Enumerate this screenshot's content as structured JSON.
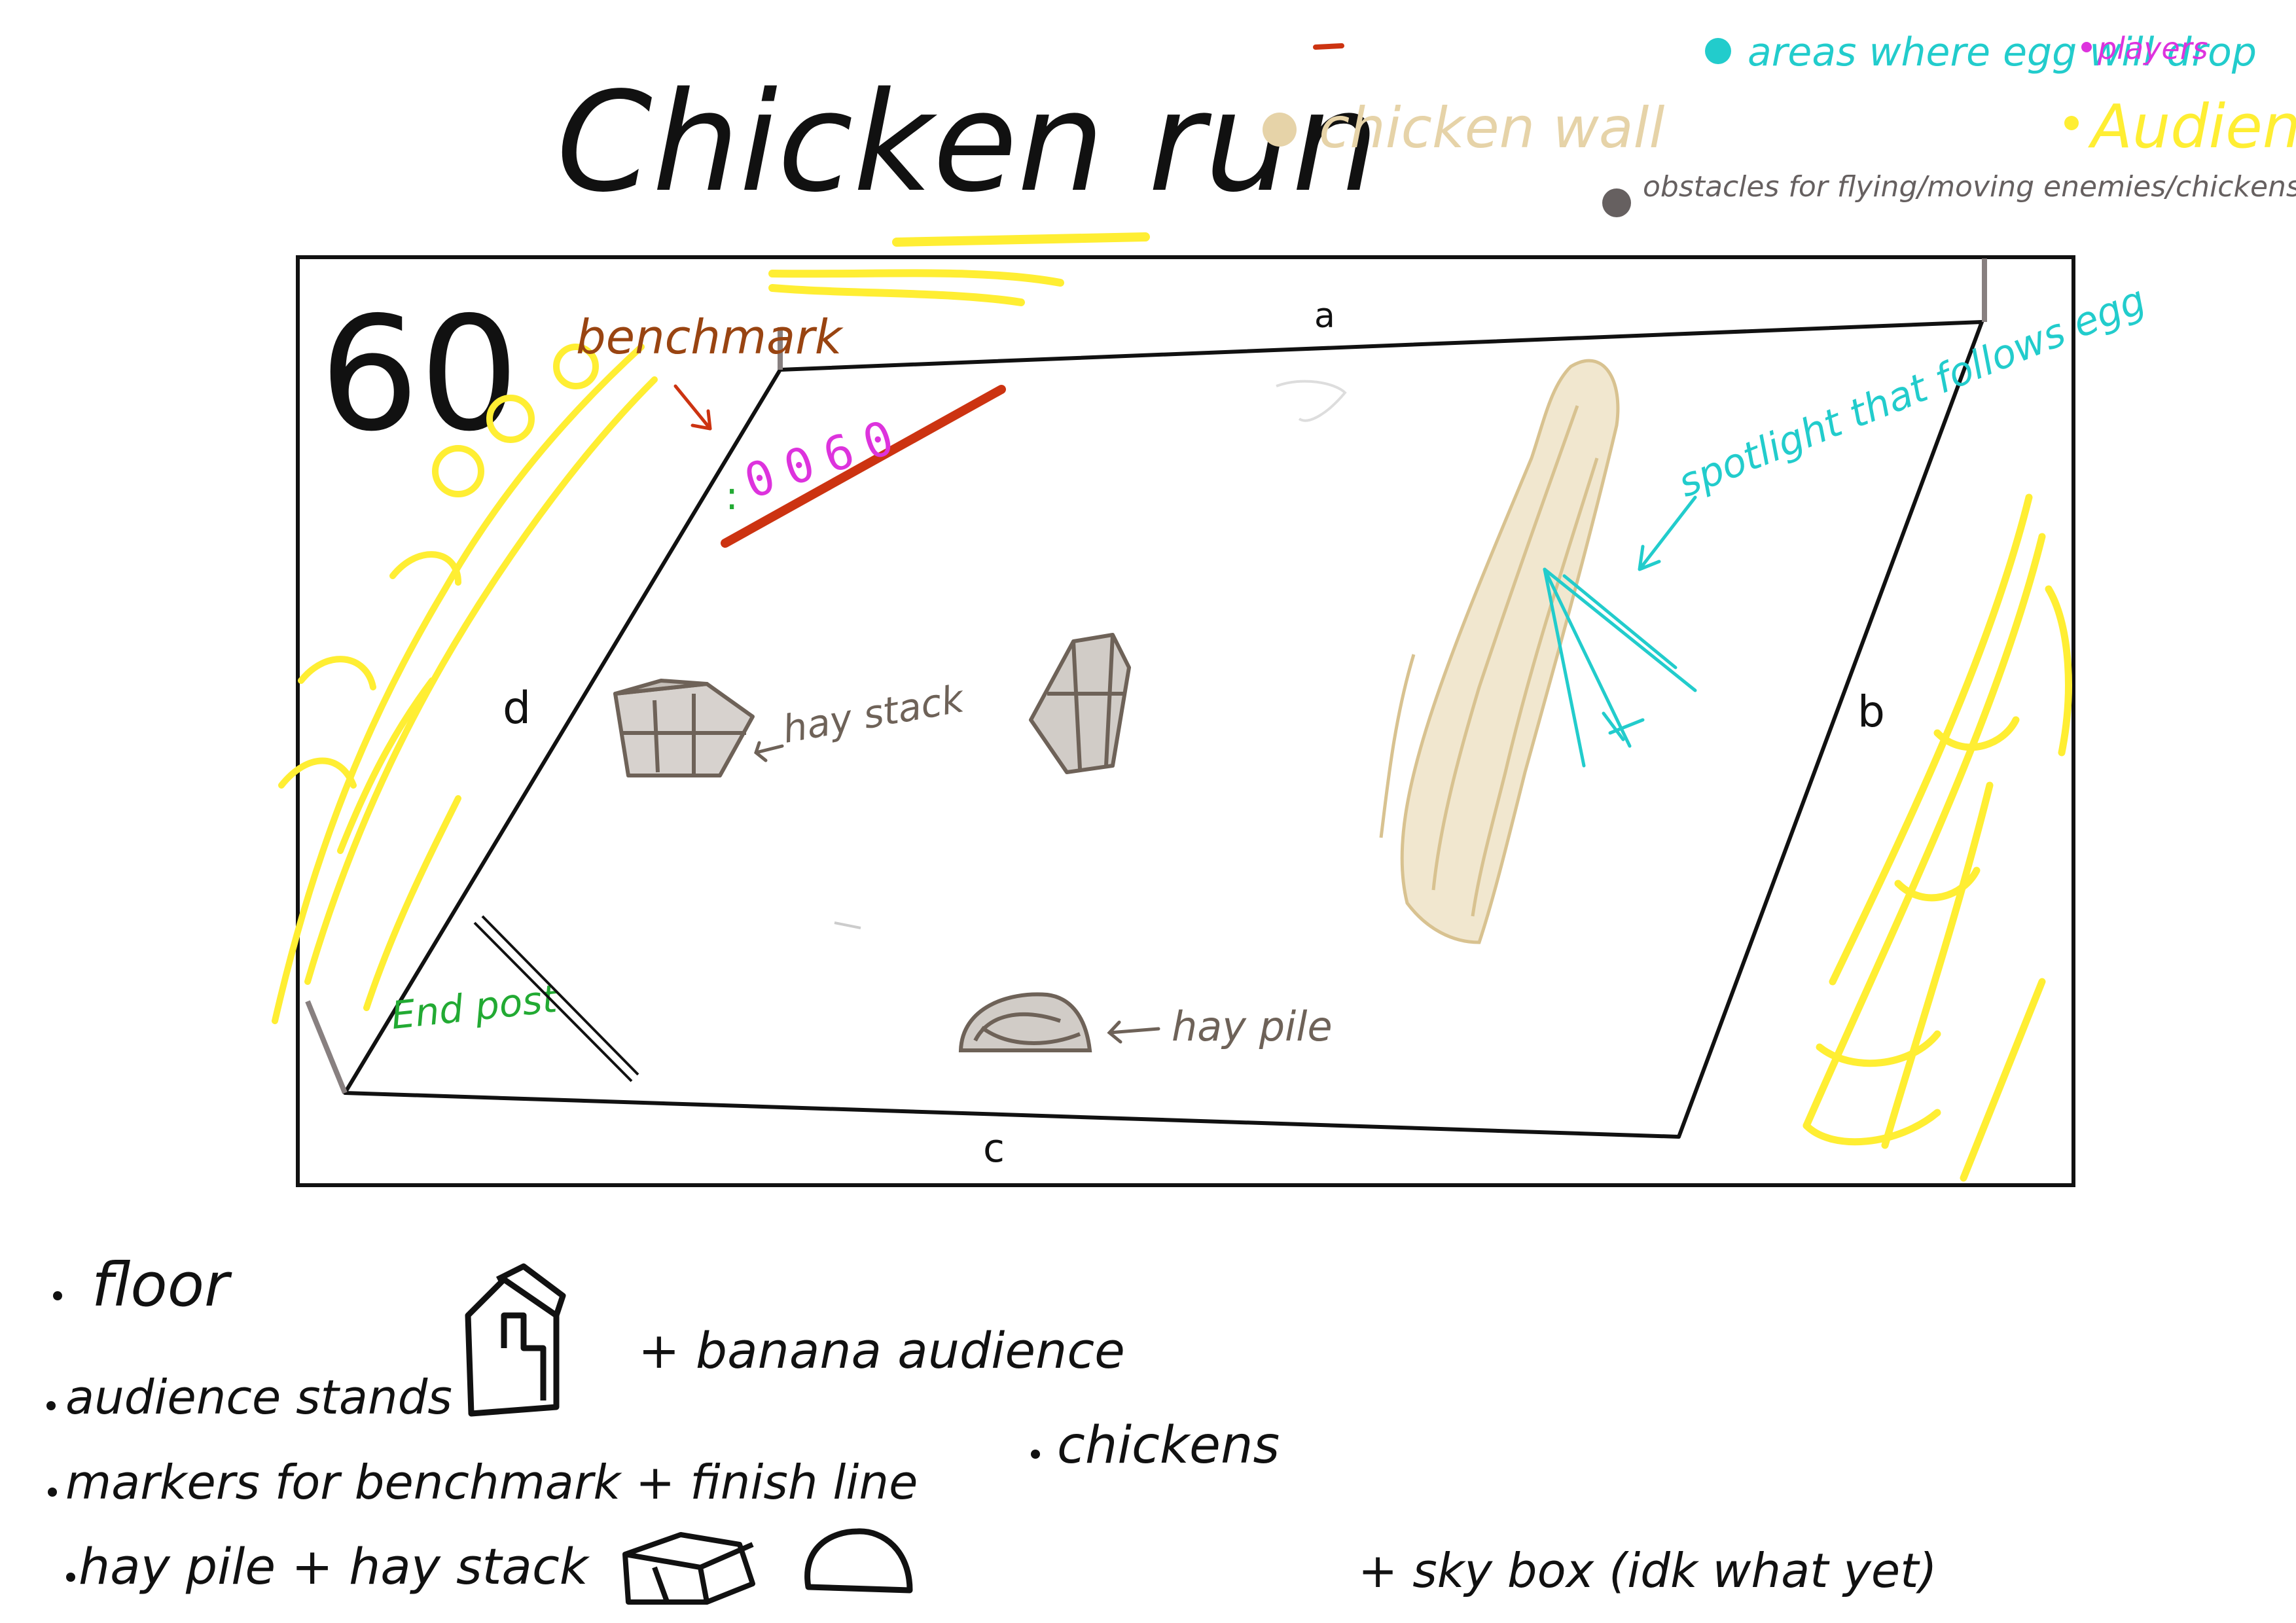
{
  "title": "Chicken run",
  "legend": {
    "chicken_wall": "chicken wall",
    "egg_drop_areas": "areas where egg will drop",
    "players": "players",
    "audience": "Audience",
    "obstacles": "obstacles for flying/moving enemies/chickens"
  },
  "timer": "60",
  "arena": {
    "edge_labels": {
      "a": "a",
      "b": "b",
      "c": "c",
      "d": "d"
    },
    "benchmark_label": "benchmark",
    "score": "0060",
    "score_prefix": ":",
    "hay_stack_label": "hay stack",
    "hay_pile_label": "hay pile",
    "end_post_label": "End post",
    "spotlight_label": "spotlight that follows egg"
  },
  "notes": [
    "floor",
    "audience stands",
    "+ banana audience",
    "markers for benchmark + finish line",
    "chickens",
    "hay pile + hay stack",
    "+ sky box (idk what yet)"
  ],
  "colors": {
    "ink": "#111111",
    "audience_yellow": "#ffee33",
    "chicken_wall": "#e6d3a8",
    "teal": "#22cccc",
    "magenta": "#dd33dd",
    "red": "#cc3311",
    "brown_text": "#994411",
    "green": "#22aa33",
    "hay": "#6e6258",
    "obstacle_grey": "#666060"
  }
}
